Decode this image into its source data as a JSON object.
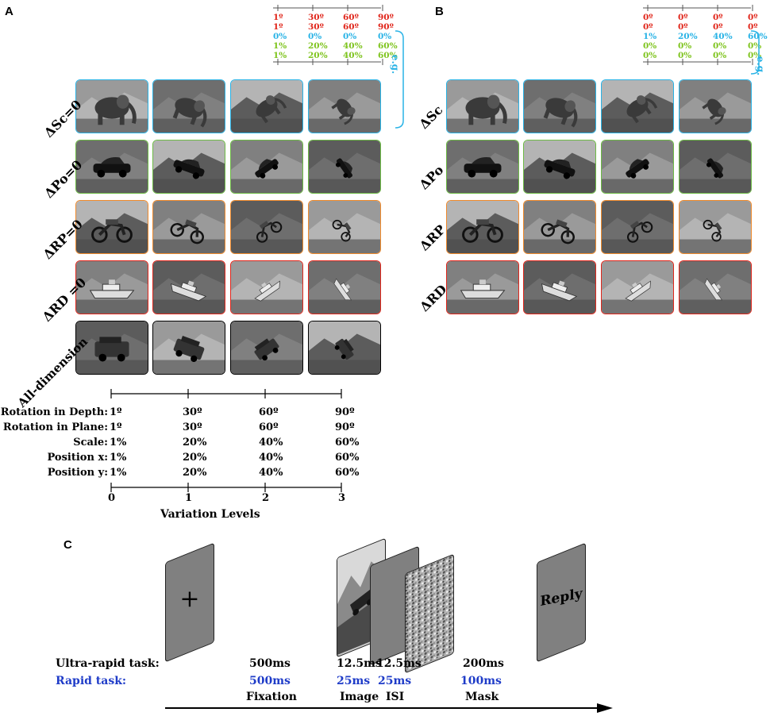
{
  "panel_a": {
    "letter": "A",
    "top_scale": {
      "rows": [
        {
          "values": [
            "1º",
            "30º",
            "60º",
            "90º"
          ],
          "color": "#e0261b"
        },
        {
          "values": [
            "1º",
            "30º",
            "60º",
            "90º"
          ],
          "color": "#e0261b"
        },
        {
          "values": [
            "0%",
            "0%",
            "0%",
            "0%"
          ],
          "color": "#29b3e6"
        },
        {
          "values": [
            "1%",
            "20%",
            "40%",
            "60%"
          ],
          "color": "#7fc41f"
        },
        {
          "values": [
            "1%",
            "20%",
            "40%",
            "60%"
          ],
          "color": "#7fc41f"
        }
      ],
      "eg_label": "e.g."
    },
    "rows": [
      {
        "label": "ΔSc=0",
        "color": "#29b3e6",
        "subject": "elephant"
      },
      {
        "label": "ΔPo=0",
        "color": "#6dbb45",
        "subject": "car"
      },
      {
        "label": "ΔRP=0",
        "color": "#f08a2c",
        "subject": "motorbike"
      },
      {
        "label": "ΔRD =0",
        "color": "#e0261b",
        "subject": "ship"
      },
      {
        "label": "All-dimension",
        "color": "#000000",
        "subject": "suv"
      }
    ],
    "bottom_scale": {
      "labels": [
        "Rotation in Depth:",
        "Rotation in Plane:",
        "Scale:",
        "Position x:",
        "Position y:"
      ],
      "columns": [
        [
          "1º",
          "1º",
          "1%",
          "1%",
          "1%"
        ],
        [
          "30º",
          "30º",
          "20%",
          "20%",
          "20%"
        ],
        [
          "60º",
          "60º",
          "40%",
          "40%",
          "40%"
        ],
        [
          "90º",
          "90º",
          "60%",
          "60%",
          "60%"
        ]
      ],
      "levels": [
        "0",
        "1",
        "2",
        "3"
      ],
      "axis_label": "Variation Levels"
    }
  },
  "panel_b": {
    "letter": "B",
    "top_scale": {
      "rows": [
        {
          "values": [
            "0º",
            "0º",
            "0º",
            "0º"
          ],
          "color": "#e0261b"
        },
        {
          "values": [
            "0º",
            "0º",
            "0º",
            "0º"
          ],
          "color": "#e0261b"
        },
        {
          "values": [
            "1%",
            "20%",
            "40%",
            "60%"
          ],
          "color": "#29b3e6"
        },
        {
          "values": [
            "0%",
            "0%",
            "0%",
            "0%"
          ],
          "color": "#7fc41f"
        },
        {
          "values": [
            "0%",
            "0%",
            "0%",
            "0%"
          ],
          "color": "#7fc41f"
        }
      ],
      "eg_label": "e.g."
    },
    "rows": [
      {
        "label": "ΔSc",
        "color": "#29b3e6",
        "subject": "elephant"
      },
      {
        "label": "ΔPo",
        "color": "#6dbb45",
        "subject": "car"
      },
      {
        "label": "ΔRP",
        "color": "#f08a2c",
        "subject": "motorbike"
      },
      {
        "label": "ΔRD",
        "color": "#e0261b",
        "subject": "ship"
      }
    ]
  },
  "panel_c": {
    "letter": "C",
    "fixation_symbol": "+",
    "reply_text": "Reply",
    "task_ultra": "Ultra-rapid task:",
    "task_rapid": "Rapid task:",
    "rapid_color": "#1f3cc8",
    "ultra_times": [
      "500ms",
      "12.5ms",
      "12.5ms",
      "200ms"
    ],
    "rapid_times": [
      "500ms",
      "25ms",
      "25ms",
      "100ms"
    ],
    "phase_labels": [
      "Fixation",
      "Image",
      "ISI",
      "Mask"
    ]
  }
}
